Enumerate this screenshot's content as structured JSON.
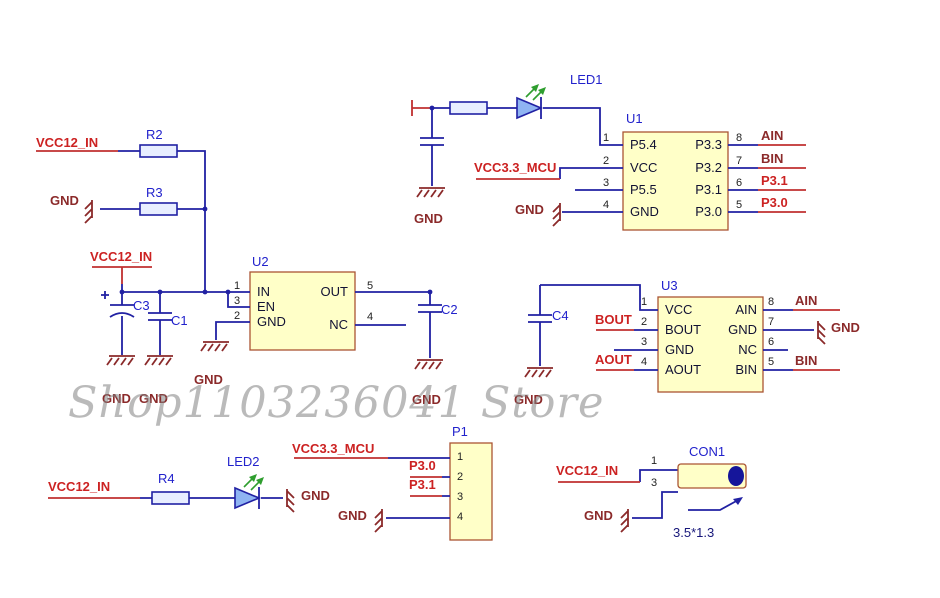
{
  "watermark": "Shop1103236041 Store",
  "colors": {
    "wire_blue": "#2121a3",
    "net_red": "#cc2222",
    "gnd_maroon": "#8b2a2a",
    "ref_blue": "#2222cc",
    "chip_fill": "#ffffc8",
    "chip_border": "#aa5533",
    "led_arrow_green": "#2f9e2f"
  },
  "top_left": {
    "vcc12": "VCC12_IN",
    "r2": "R2",
    "gnd": "GND",
    "r3": "R3"
  },
  "regulator": {
    "vcc12": "VCC12_IN",
    "c3": "C3",
    "c1": "C1",
    "gnd_c3": "GND",
    "gnd_c1": "GND",
    "u2": {
      "ref": "U2",
      "left_pins": [
        {
          "num": "1",
          "name": "IN"
        },
        {
          "num": "3",
          "name": "EN"
        },
        {
          "num": "2",
          "name": "GND"
        }
      ],
      "right_pins": [
        {
          "num": "5",
          "name": "OUT"
        },
        {
          "num": "4",
          "name": "NC"
        }
      ],
      "gnd": "GND"
    },
    "c2": "C2",
    "gnd_c2": "GND"
  },
  "led1": {
    "ref": "LED1",
    "cap_gnd": "GND"
  },
  "u1": {
    "ref": "U1",
    "left_pins": [
      {
        "num": "1",
        "name": "P5.4"
      },
      {
        "num": "2",
        "name": "VCC"
      },
      {
        "num": "3",
        "name": "P5.5"
      },
      {
        "num": "4",
        "name": "GND"
      }
    ],
    "right_pins": [
      {
        "num": "8",
        "name": "P3.3",
        "net": "AIN"
      },
      {
        "num": "7",
        "name": "P3.2",
        "net": "BIN"
      },
      {
        "num": "6",
        "name": "P3.1",
        "net": "P3.1"
      },
      {
        "num": "5",
        "name": "P3.0",
        "net": "P3.0"
      }
    ],
    "vcc": "VCC3.3_MCU",
    "gnd": "GND"
  },
  "u3": {
    "ref": "U3",
    "c4": "C4",
    "gnd_c4": "GND",
    "bout": "BOUT",
    "aout": "AOUT",
    "left_pins": [
      {
        "num": "1",
        "name": "VCC"
      },
      {
        "num": "2",
        "name": "BOUT"
      },
      {
        "num": "3",
        "name": "GND"
      },
      {
        "num": "4",
        "name": "AOUT"
      }
    ],
    "right_pins": [
      {
        "num": "8",
        "name": "AIN"
      },
      {
        "num": "7",
        "name": "GND"
      },
      {
        "num": "6",
        "name": "NC"
      },
      {
        "num": "5",
        "name": "BIN"
      }
    ],
    "ain": "AIN",
    "gnd_right": "GND",
    "bin": "BIN"
  },
  "led2": {
    "vcc12": "VCC12_IN",
    "r4": "R4",
    "ref": "LED2",
    "gnd": "GND"
  },
  "p1": {
    "ref": "P1",
    "pins": [
      "1",
      "2",
      "3",
      "4"
    ],
    "vcc": "VCC3.3_MCU",
    "p30": "P3.0",
    "p31": "P3.1",
    "gnd": "GND"
  },
  "con1": {
    "ref": "CON1",
    "pin1": "1",
    "pin3": "3",
    "vcc12": "VCC12_IN",
    "gnd": "GND",
    "size": "3.5*1.3"
  }
}
